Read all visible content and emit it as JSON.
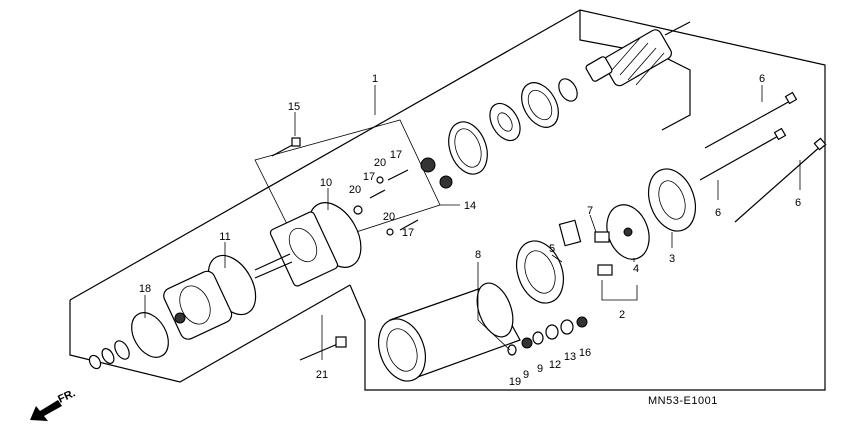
{
  "diagram": {
    "part_numbers": [
      "1",
      "2",
      "3",
      "4",
      "5",
      "6",
      "6",
      "6",
      "7",
      "8",
      "9",
      "9",
      "10",
      "11",
      "12",
      "13",
      "14",
      "15",
      "16",
      "17",
      "17",
      "17",
      "18",
      "19",
      "20",
      "20",
      "20",
      "21"
    ],
    "diagram_code": "MN53-E1001",
    "direction_label": "FR."
  }
}
